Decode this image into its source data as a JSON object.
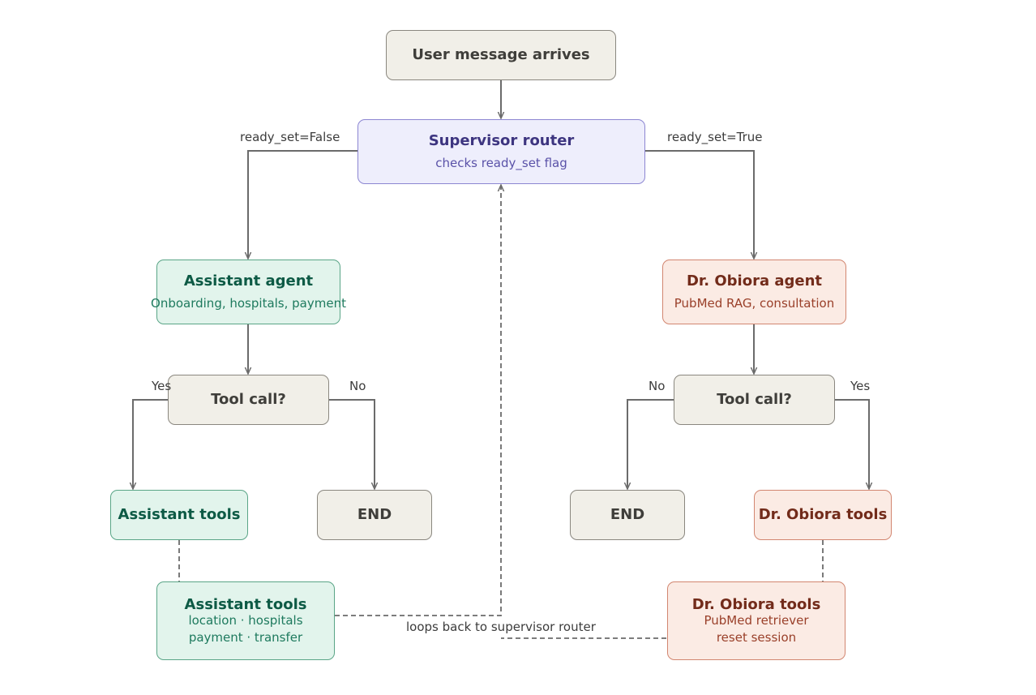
{
  "nodes": {
    "start": {
      "title": "User message arrives"
    },
    "supervisor": {
      "title": "Supervisor router",
      "subtitle": "checks ready_set flag"
    },
    "assistant_agent": {
      "title": "Assistant agent",
      "subtitle": "Onboarding, hospitals, payment"
    },
    "obiora_agent": {
      "title": "Dr. Obiora agent",
      "subtitle": "PubMed RAG, consultation"
    },
    "tool_call_left": {
      "title": "Tool call?"
    },
    "tool_call_right": {
      "title": "Tool call?"
    },
    "assistant_tools": {
      "title": "Assistant tools"
    },
    "end_left": {
      "title": "END"
    },
    "end_right": {
      "title": "END"
    },
    "obiora_tools": {
      "title": "Dr. Obiora tools"
    },
    "assistant_tools_detail": {
      "title": "Assistant tools",
      "line1": "location · hospitals",
      "line2": "payment · transfer"
    },
    "obiora_tools_detail": {
      "title": "Dr. Obiora tools",
      "line1": "PubMed retriever",
      "line2": "reset session"
    }
  },
  "edge_labels": {
    "ready_false": "ready_set=False",
    "ready_true": "ready_set=True",
    "left_yes": "Yes",
    "left_no": "No",
    "right_no": "No",
    "right_yes": "Yes",
    "loop_back": "loops back to supervisor router"
  },
  "colors": {
    "gray_fill": "#f1efe8",
    "purple_fill": "#eeeefc",
    "green_fill": "#e2f4ec",
    "red_fill": "#fbebe4",
    "edge": "#6b6b6b"
  }
}
